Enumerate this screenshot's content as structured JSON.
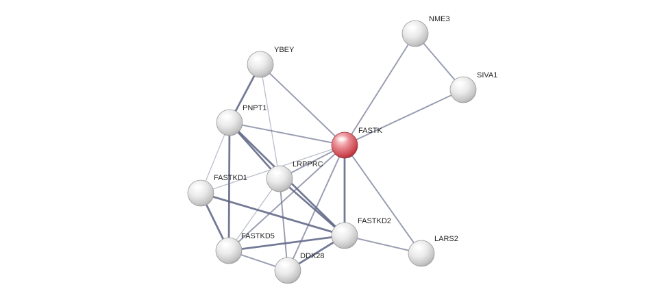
{
  "network": {
    "nodes": [
      {
        "id": "FASTK",
        "label": "FASTK",
        "type": "query"
      },
      {
        "id": "NME3",
        "label": "NME3",
        "type": "partner"
      },
      {
        "id": "SIVA1",
        "label": "SIVA1",
        "type": "partner"
      },
      {
        "id": "YBEY",
        "label": "YBEY",
        "type": "partner"
      },
      {
        "id": "PNPT1",
        "label": "PNPT1",
        "type": "partner"
      },
      {
        "id": "LRPPRC",
        "label": "LRPPRC",
        "type": "partner"
      },
      {
        "id": "FASTKD1",
        "label": "FASTKD1",
        "type": "partner"
      },
      {
        "id": "FASTKD2",
        "label": "FASTKD2",
        "type": "partner"
      },
      {
        "id": "FASTKD5",
        "label": "FASTKD5",
        "type": "partner"
      },
      {
        "id": "DDX28",
        "label": "DDX28",
        "type": "partner"
      },
      {
        "id": "LARS2",
        "label": "LARS2",
        "type": "partner"
      }
    ],
    "edges": [
      {
        "source": "FASTK",
        "target": "NME3",
        "strength": "medium"
      },
      {
        "source": "FASTK",
        "target": "SIVA1",
        "strength": "medium"
      },
      {
        "source": "NME3",
        "target": "SIVA1",
        "strength": "medium"
      },
      {
        "source": "FASTK",
        "target": "YBEY",
        "strength": "medium"
      },
      {
        "source": "FASTK",
        "target": "PNPT1",
        "strength": "medium"
      },
      {
        "source": "FASTK",
        "target": "LRPPRC",
        "strength": "medium"
      },
      {
        "source": "FASTK",
        "target": "FASTKD1",
        "strength": "weak"
      },
      {
        "source": "FASTK",
        "target": "FASTKD2",
        "strength": "strong"
      },
      {
        "source": "FASTK",
        "target": "FASTKD5",
        "strength": "medium"
      },
      {
        "source": "FASTK",
        "target": "DDX28",
        "strength": "medium"
      },
      {
        "source": "FASTK",
        "target": "LARS2",
        "strength": "medium"
      },
      {
        "source": "YBEY",
        "target": "PNPT1",
        "strength": "strong"
      },
      {
        "source": "YBEY",
        "target": "LRPPRC",
        "strength": "weak"
      },
      {
        "source": "PNPT1",
        "target": "LRPPRC",
        "strength": "strong"
      },
      {
        "source": "PNPT1",
        "target": "FASTKD1",
        "strength": "weak"
      },
      {
        "source": "PNPT1",
        "target": "FASTKD2",
        "strength": "strong"
      },
      {
        "source": "PNPT1",
        "target": "FASTKD5",
        "strength": "strong"
      },
      {
        "source": "LRPPRC",
        "target": "FASTKD2",
        "strength": "strong"
      },
      {
        "source": "LRPPRC",
        "target": "FASTKD5",
        "strength": "weak"
      },
      {
        "source": "LRPPRC",
        "target": "DDX28",
        "strength": "medium"
      },
      {
        "source": "FASTKD1",
        "target": "FASTKD5",
        "strength": "strong"
      },
      {
        "source": "FASTKD1",
        "target": "FASTKD2",
        "strength": "strong"
      },
      {
        "source": "FASTKD5",
        "target": "FASTKD2",
        "strength": "strong"
      },
      {
        "source": "FASTKD5",
        "target": "DDX28",
        "strength": "medium"
      },
      {
        "source": "DDX28",
        "target": "FASTKD2",
        "strength": "strong"
      },
      {
        "source": "FASTKD2",
        "target": "LARS2",
        "strength": "medium"
      }
    ]
  },
  "colors": {
    "query_node": "#d0505a",
    "partner_node": "#d8d8d8",
    "edge": "#5c6382",
    "label": "#222222",
    "background": "#ffffff"
  }
}
